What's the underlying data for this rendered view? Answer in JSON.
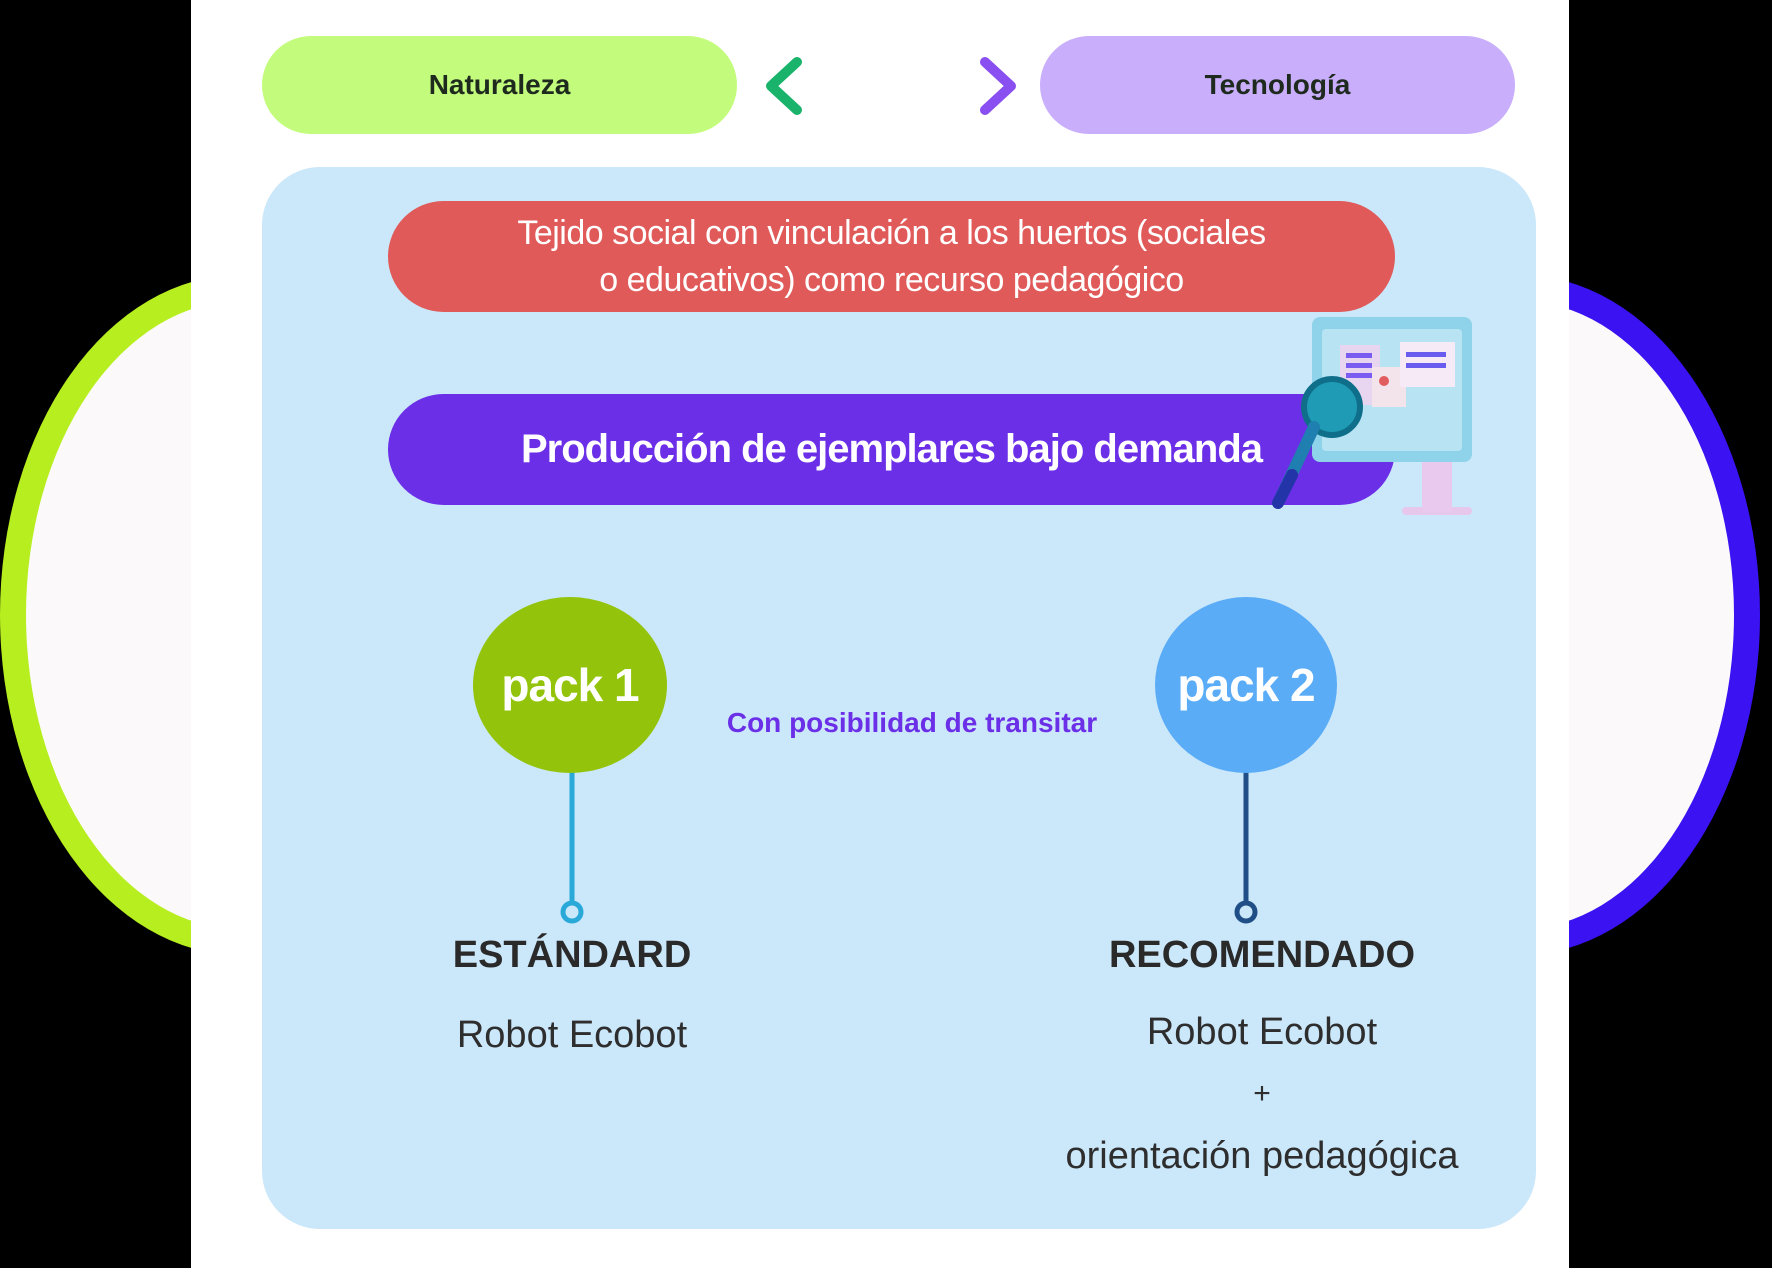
{
  "top": {
    "left_label": "Naturaleza",
    "right_label": "Tecnología"
  },
  "main": {
    "banner_red_line1": "Tejido social con vinculación a los huertos (sociales",
    "banner_red_line2": "o educativos) como recurso pedagógico",
    "banner_purple": "Producción de ejemplares bajo demanda"
  },
  "packs": {
    "pack1_label": "pack 1",
    "pack2_label": "pack 2",
    "transit_text": "Con posibilidad de transitar"
  },
  "standard": {
    "title": "ESTÁNDARD",
    "item": "Robot Ecobot"
  },
  "recommended": {
    "title": "RECOMENDADO",
    "item": "Robot Ecobot",
    "plus": "+",
    "extra": "orientación pedagógica"
  },
  "colors": {
    "background": "#000000",
    "left_arc": "#b7ee1f",
    "right_arc": "#3b12f2",
    "naturaleza_pill": "#c3fc7c",
    "tecnologia_pill": "#c9aefb",
    "inner_panel": "#cbe7fa",
    "red_banner": "#e05a59",
    "purple_banner": "#6b2fe8",
    "pack1": "#93c40b",
    "pack2": "#5aacf7"
  },
  "icons": [
    "double-arrow-icon",
    "monitor-magnifier-icon"
  ]
}
